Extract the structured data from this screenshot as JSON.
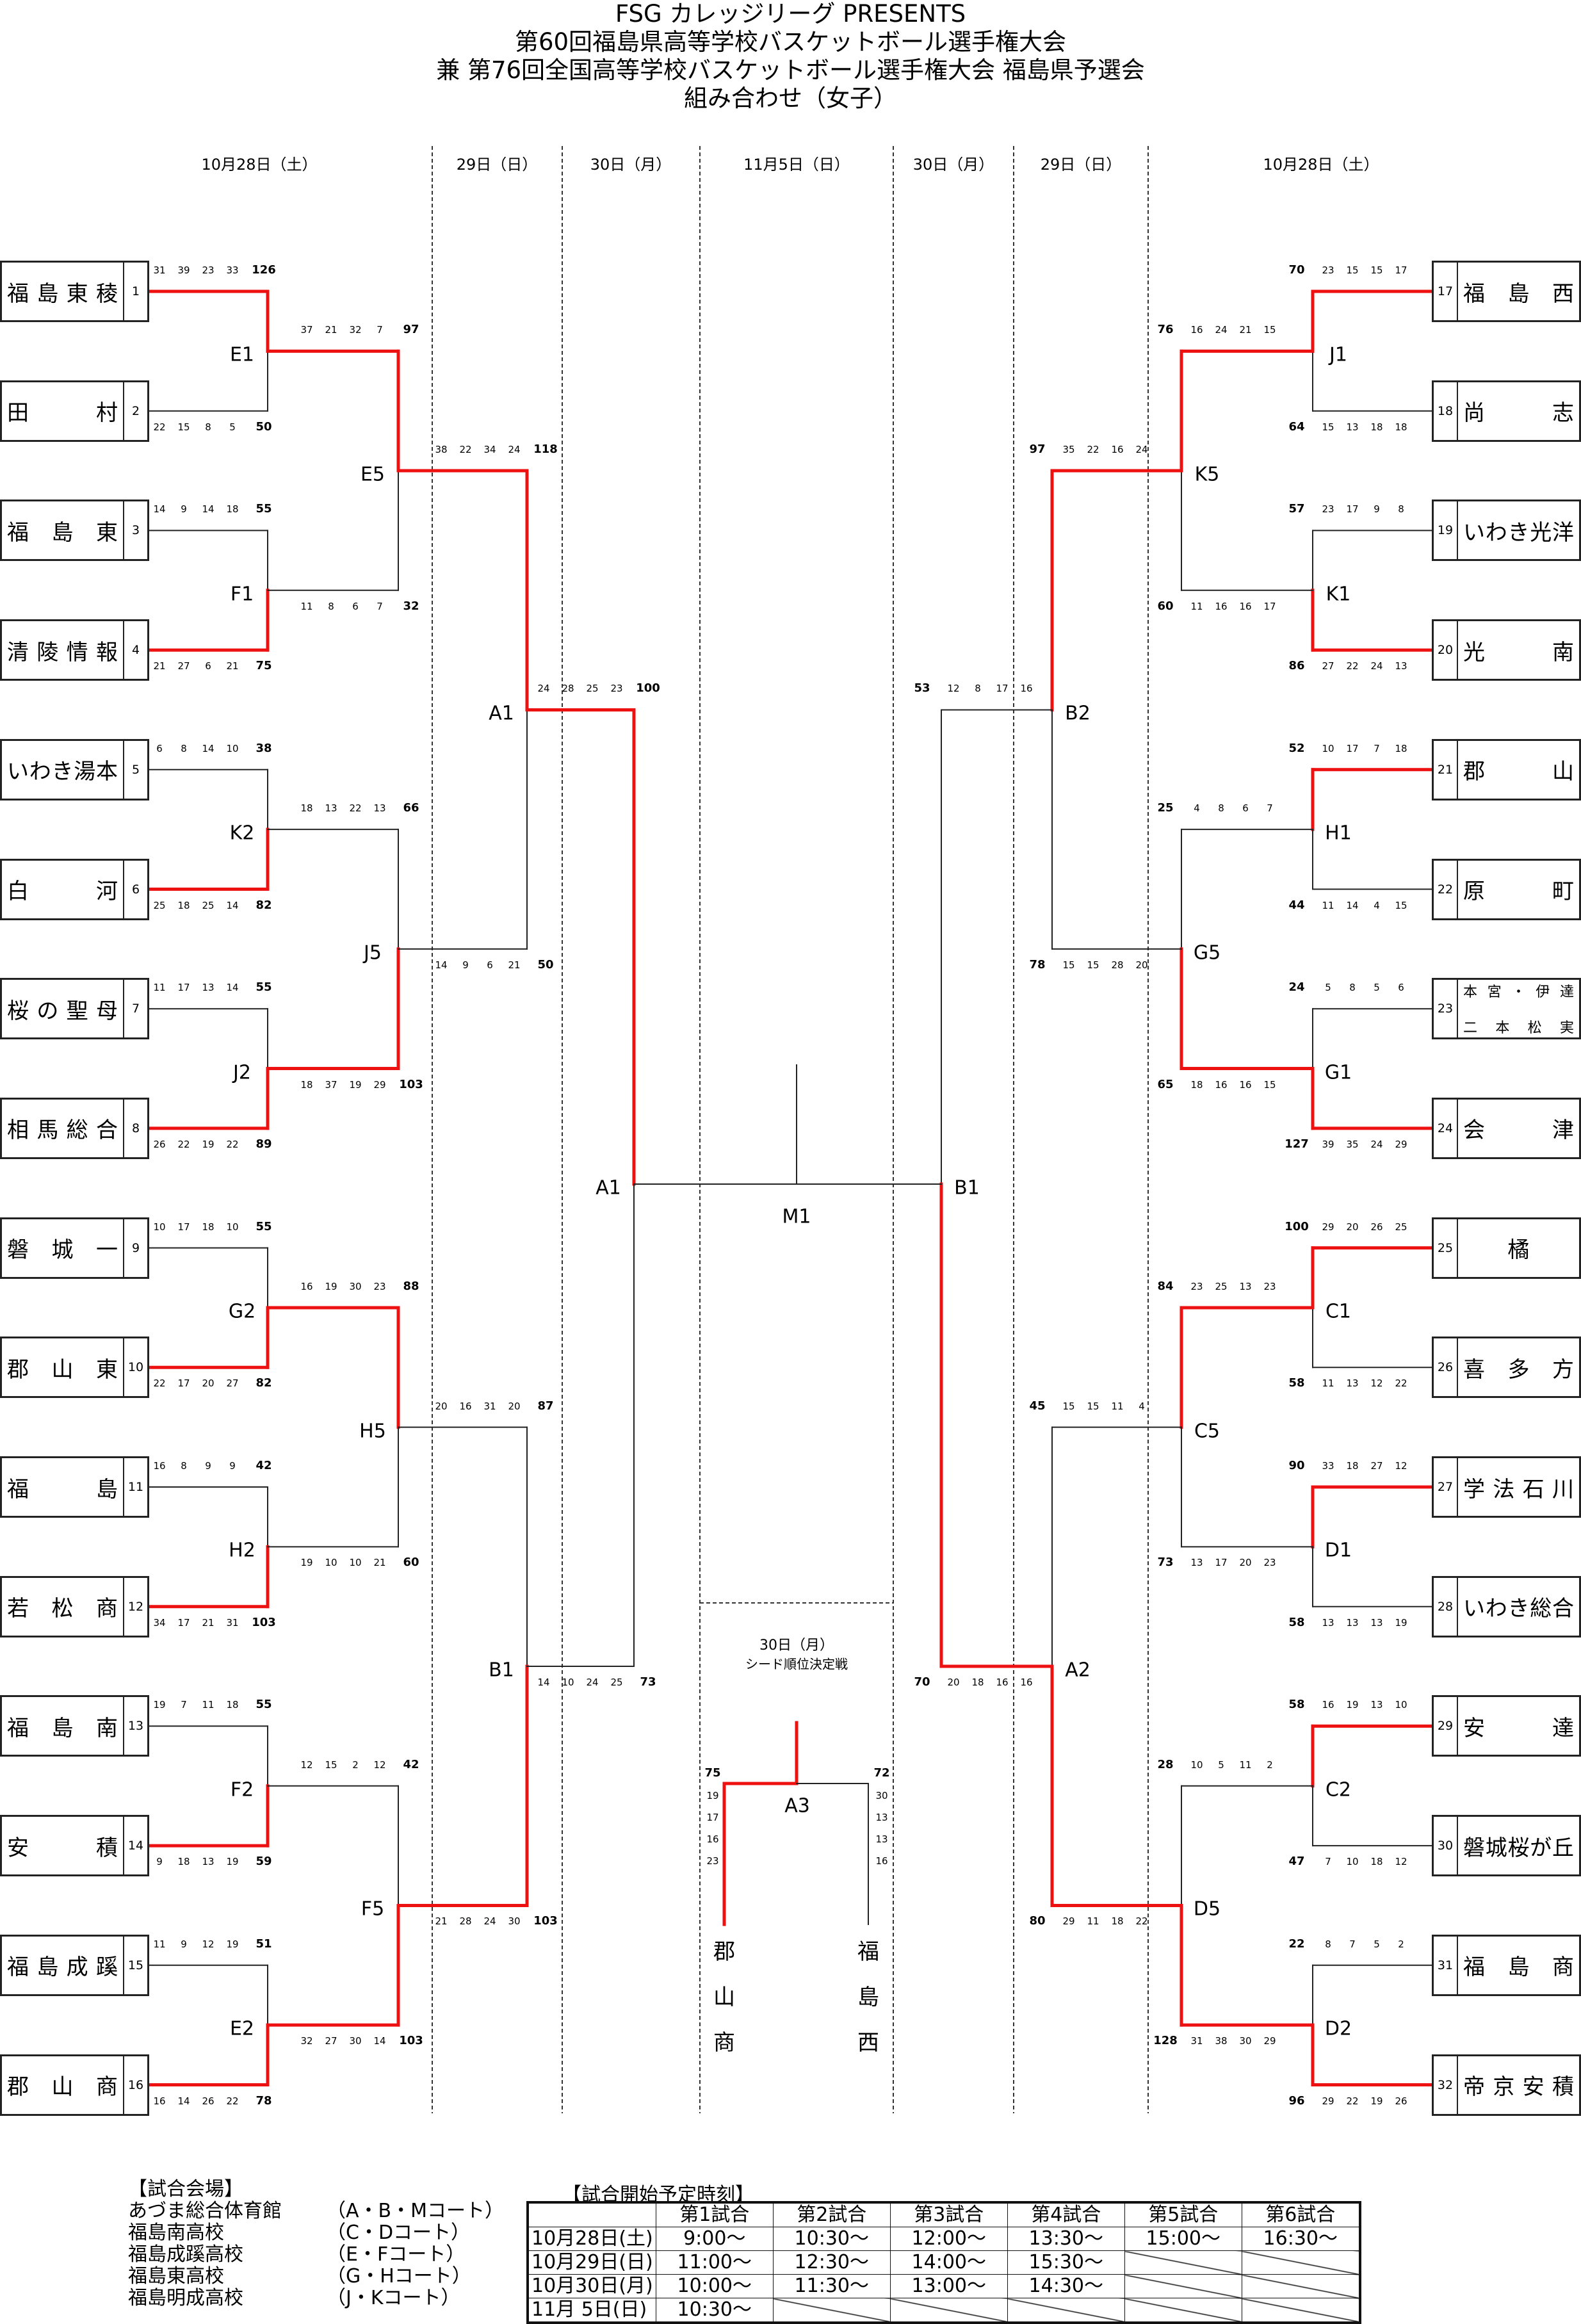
{
  "header": {
    "line1": "FSG カレッジリーグ PRESENTS",
    "line2": "第60回福島県高等学校バスケットボール選手権大会",
    "line3": "兼 第76回全国高等学校バスケットボール選手権大会 福島県予選会",
    "line4": "組み合わせ（女子）"
  },
  "days": [
    "10月28日（土）",
    "29日（日）",
    "30日（月）",
    "11月5日（日）",
    "30日（月）",
    "29日（日）",
    "10月28日（土）"
  ],
  "left_teams": [
    {
      "num": "1",
      "name": "福島東稜"
    },
    {
      "num": "2",
      "name": "田村"
    },
    {
      "num": "3",
      "name": "福島東"
    },
    {
      "num": "4",
      "name": "清陵情報"
    },
    {
      "num": "5",
      "name": "いわき湯本"
    },
    {
      "num": "6",
      "name": "白河"
    },
    {
      "num": "7",
      "name": "桜の聖母"
    },
    {
      "num": "8",
      "name": "相馬総合"
    },
    {
      "num": "9",
      "name": "磐城一"
    },
    {
      "num": "10",
      "name": "郡山東"
    },
    {
      "num": "11",
      "name": "福島"
    },
    {
      "num": "12",
      "name": "若松商"
    },
    {
      "num": "13",
      "name": "福島南"
    },
    {
      "num": "14",
      "name": "安積"
    },
    {
      "num": "15",
      "name": "福島成蹊"
    },
    {
      "num": "16",
      "name": "郡山商"
    }
  ],
  "right_teams": [
    {
      "num": "17",
      "name": "福島西"
    },
    {
      "num": "18",
      "name": "尚志"
    },
    {
      "num": "19",
      "name": "いわき光洋"
    },
    {
      "num": "20",
      "name": "光南"
    },
    {
      "num": "21",
      "name": "郡山"
    },
    {
      "num": "22",
      "name": "原町"
    },
    {
      "num": "23",
      "name": "本宮・伊達",
      "name2": "二本松実"
    },
    {
      "num": "24",
      "name": "会津"
    },
    {
      "num": "25",
      "name": "橘"
    },
    {
      "num": "26",
      "name": "喜多方"
    },
    {
      "num": "27",
      "name": "学法石川"
    },
    {
      "num": "28",
      "name": "いわき総合"
    },
    {
      "num": "29",
      "name": "安達"
    },
    {
      "num": "30",
      "name": "磐城桜が丘"
    },
    {
      "num": "31",
      "name": "福島商"
    },
    {
      "num": "32",
      "name": "帝京安積"
    }
  ],
  "left_matches": {
    "r1": [
      {
        "label": "E1",
        "top": {
          "q": [
            31,
            39,
            23,
            33
          ],
          "total": 126
        },
        "bottom": {
          "q": [
            22,
            15,
            8,
            5
          ],
          "total": 50
        },
        "winner": "top"
      },
      {
        "label": "F1",
        "top": {
          "q": [
            14,
            9,
            14,
            18
          ],
          "total": 55
        },
        "bottom": {
          "q": [
            21,
            27,
            6,
            21
          ],
          "total": 75
        },
        "winner": "bottom"
      },
      {
        "label": "K2",
        "top": {
          "q": [
            6,
            8,
            14,
            10
          ],
          "total": 38
        },
        "bottom": {
          "q": [
            25,
            18,
            25,
            14
          ],
          "total": 82
        },
        "winner": "bottom"
      },
      {
        "label": "J2",
        "top": {
          "q": [
            11,
            17,
            13,
            14
          ],
          "total": 55
        },
        "bottom": {
          "q": [
            26,
            22,
            19,
            22
          ],
          "total": 89
        },
        "winner": "bottom"
      },
      {
        "label": "G2",
        "top": {
          "q": [
            10,
            17,
            18,
            10
          ],
          "total": 55
        },
        "bottom": {
          "q": [
            22,
            17,
            20,
            27
          ],
          "total": 82
        },
        "winner": "bottom"
      },
      {
        "label": "H2",
        "top": {
          "q": [
            16,
            8,
            9,
            9
          ],
          "total": 42
        },
        "bottom": {
          "q": [
            34,
            17,
            21,
            31
          ],
          "total": 103
        },
        "winner": "bottom"
      },
      {
        "label": "F2",
        "top": {
          "q": [
            19,
            7,
            11,
            18
          ],
          "total": 55
        },
        "bottom": {
          "q": [
            9,
            18,
            13,
            19
          ],
          "total": 59
        },
        "winner": "bottom"
      },
      {
        "label": "E2",
        "top": {
          "q": [
            11,
            9,
            12,
            19
          ],
          "total": 51
        },
        "bottom": {
          "q": [
            16,
            14,
            26,
            22
          ],
          "total": 78
        },
        "winner": "bottom"
      }
    ],
    "r2": [
      {
        "label": "E5",
        "top": {
          "q": [
            37,
            21,
            32,
            7
          ],
          "total": 97
        },
        "bottom": {
          "q": [
            11,
            8,
            6,
            7
          ],
          "total": 32
        },
        "winner": "top"
      },
      {
        "label": "J5",
        "top": {
          "q": [
            18,
            13,
            22,
            13
          ],
          "total": 66
        },
        "bottom": {
          "q": [
            18,
            37,
            19,
            29
          ],
          "total": 103
        },
        "winner": "bottom"
      },
      {
        "label": "H5",
        "top": {
          "q": [
            16,
            19,
            30,
            23
          ],
          "total": 88
        },
        "bottom": {
          "q": [
            19,
            10,
            10,
            21
          ],
          "total": 60
        },
        "winner": "top"
      },
      {
        "label": "F5",
        "top": {
          "q": [
            12,
            15,
            2,
            12
          ],
          "total": 42
        },
        "bottom": {
          "q": [
            32,
            27,
            30,
            14
          ],
          "total": 103
        },
        "winner": "bottom"
      }
    ],
    "r3": [
      {
        "label": "A1",
        "top": {
          "q": [
            38,
            22,
            34,
            24
          ],
          "total": 118
        },
        "bottom": {
          "q": [
            14,
            9,
            6,
            21
          ],
          "total": 50
        },
        "winner": "top"
      },
      {
        "label": "B1",
        "top": {
          "q": [
            20,
            16,
            31,
            20
          ],
          "total": 87
        },
        "bottom": {
          "q": [
            21,
            28,
            24,
            30
          ],
          "total": 103
        },
        "winner": "bottom"
      }
    ],
    "r4": {
      "label": "A1",
      "top": {
        "q": [
          24,
          28,
          25,
          23
        ],
        "total": 100
      },
      "bottom": {
        "q": [
          14,
          10,
          24,
          25
        ],
        "total": 73
      },
      "winner": "top"
    }
  },
  "right_matches": {
    "r1": [
      {
        "label": "J1",
        "top": {
          "q": [
            23,
            15,
            15,
            17
          ],
          "total": 70
        },
        "bottom": {
          "q": [
            15,
            13,
            18,
            18
          ],
          "total": 64
        },
        "winner": "top"
      },
      {
        "label": "K1",
        "top": {
          "q": [
            23,
            17,
            9,
            8
          ],
          "total": 57
        },
        "bottom": {
          "q": [
            27,
            22,
            24,
            13
          ],
          "total": 86
        },
        "winner": "bottom"
      },
      {
        "label": "H1",
        "top": {
          "q": [
            10,
            17,
            7,
            18
          ],
          "total": 52
        },
        "bottom": {
          "q": [
            11,
            14,
            4,
            15
          ],
          "total": 44
        },
        "winner": "top"
      },
      {
        "label": "G1",
        "top": {
          "q": [
            5,
            8,
            5,
            6
          ],
          "total": 24
        },
        "bottom": {
          "q": [
            39,
            35,
            24,
            29
          ],
          "total": 127
        },
        "winner": "bottom"
      },
      {
        "label": "C1",
        "top": {
          "q": [
            29,
            20,
            26,
            25
          ],
          "total": 100
        },
        "bottom": {
          "q": [
            11,
            13,
            12,
            22
          ],
          "total": 58
        },
        "winner": "top"
      },
      {
        "label": "D1",
        "top": {
          "q": [
            33,
            18,
            27,
            12
          ],
          "total": 90
        },
        "bottom": {
          "q": [
            13,
            13,
            13,
            19
          ],
          "total": 58
        },
        "winner": "top"
      },
      {
        "label": "C2",
        "top": {
          "q": [
            16,
            19,
            13,
            10
          ],
          "total": 58
        },
        "bottom": {
          "q": [
            7,
            10,
            18,
            12
          ],
          "total": 47
        },
        "winner": "top"
      },
      {
        "label": "D2",
        "top": {
          "q": [
            8,
            7,
            5,
            2
          ],
          "total": 22
        },
        "bottom": {
          "q": [
            29,
            22,
            19,
            26
          ],
          "total": 96
        },
        "winner": "bottom"
      }
    ],
    "r2": [
      {
        "label": "K5",
        "top": {
          "q": [
            16,
            24,
            21,
            15
          ],
          "total": 76
        },
        "bottom": {
          "q": [
            11,
            16,
            16,
            17
          ],
          "total": 60
        },
        "winner": "top"
      },
      {
        "label": "G5",
        "top": {
          "q": [
            4,
            8,
            6,
            7
          ],
          "total": 25
        },
        "bottom": {
          "q": [
            18,
            16,
            16,
            15
          ],
          "total": 65
        },
        "winner": "bottom"
      },
      {
        "label": "C5",
        "top": {
          "q": [
            23,
            25,
            13,
            23
          ],
          "total": 84
        },
        "bottom": {
          "q": [
            13,
            17,
            20,
            23
          ],
          "total": 73
        },
        "winner": "top"
      },
      {
        "label": "D5",
        "top": {
          "q": [
            10,
            5,
            11,
            2
          ],
          "total": 28
        },
        "bottom": {
          "q": [
            31,
            38,
            30,
            29
          ],
          "total": 128
        },
        "winner": "bottom"
      }
    ],
    "r3": [
      {
        "label": "B2",
        "top": {
          "q": [
            35,
            22,
            16,
            24
          ],
          "total": 97
        },
        "bottom": {
          "q": [
            15,
            15,
            28,
            20
          ],
          "total": 78
        },
        "winner": "top"
      },
      {
        "label": "A2",
        "top": {
          "q": [
            15,
            15,
            11,
            4
          ],
          "total": 45
        },
        "bottom": {
          "q": [
            29,
            11,
            18,
            22
          ],
          "total": 80
        },
        "winner": "bottom"
      }
    ],
    "r4": {
      "label": "B1",
      "top": {
        "q": [
          12,
          8,
          17,
          16
        ],
        "total": 53
      },
      "bottom": {
        "q": [
          20,
          18,
          16,
          16
        ],
        "total": 70
      },
      "winner": "bottom"
    }
  },
  "final": {
    "label": "M1",
    "left_label": "A1",
    "right_label": "B1"
  },
  "seed_playoff": {
    "date": "30日（月）",
    "title": "シード順位決定戦",
    "label": "A3",
    "left": {
      "name": "郡山商",
      "q": [
        19,
        17,
        16,
        23
      ],
      "total": 75
    },
    "right": {
      "name": "福島西",
      "q": [
        30,
        13,
        13,
        16
      ],
      "total": 72
    },
    "winner": "left"
  },
  "venues": {
    "title": "【試合会場】",
    "items": [
      {
        "name": "あづま総合体育館",
        "courts": "（A・B・Mコート）"
      },
      {
        "name": "福島南高校",
        "courts": "（C・Dコート）"
      },
      {
        "name": "福島成蹊高校",
        "courts": "（E・Fコート）"
      },
      {
        "name": "福島東高校",
        "courts": "（G・Hコート）"
      },
      {
        "name": "福島明成高校",
        "courts": "（J・Kコート）"
      }
    ]
  },
  "schedule": {
    "title": "【試合開始予定時刻】",
    "columns": [
      "第1試合",
      "第2試合",
      "第3試合",
      "第4試合",
      "第5試合",
      "第6試合"
    ],
    "rows": [
      {
        "date": "10月28日(土)",
        "times": [
          "9:00～",
          "10:30～",
          "12:00～",
          "13:30～",
          "15:00～",
          "16:30～"
        ]
      },
      {
        "date": "10月29日(日)",
        "times": [
          "11:00～",
          "12:30～",
          "14:00～",
          "15:30～",
          null,
          null
        ]
      },
      {
        "date": "10月30日(月)",
        "times": [
          "10:00～",
          "11:30～",
          "13:00～",
          "14:30～",
          null,
          null
        ]
      },
      {
        "date": "11月 5日(日)",
        "times": [
          "10:30～",
          null,
          null,
          null,
          null,
          null
        ]
      }
    ]
  },
  "colors": {
    "win_line": "#ee1111",
    "line": "#222222",
    "dash": "#333333"
  }
}
